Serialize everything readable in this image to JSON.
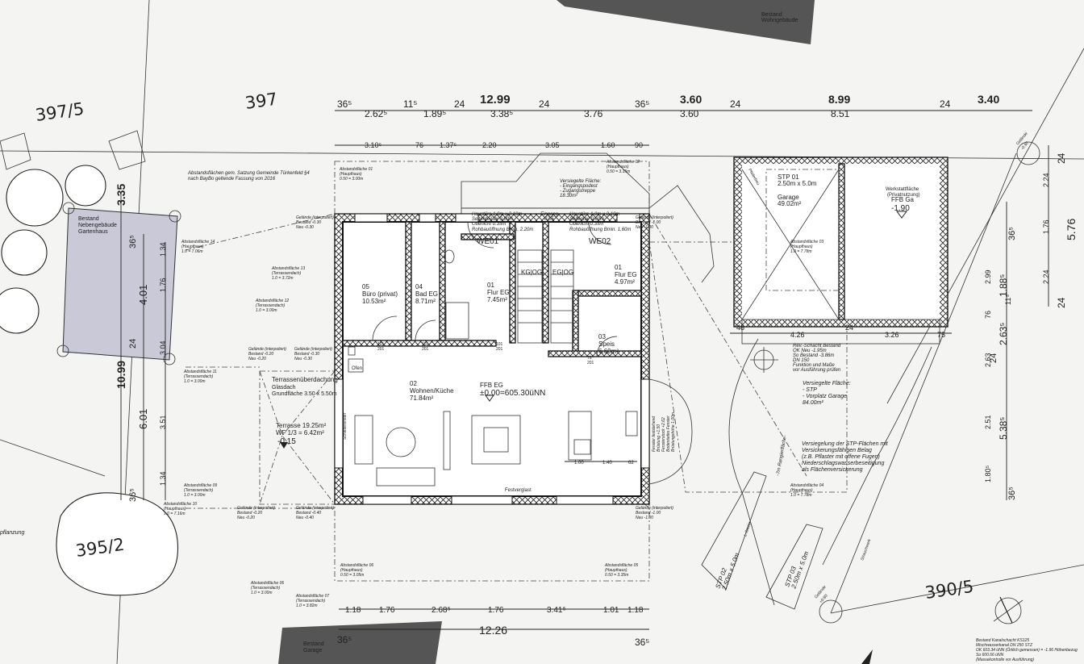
{
  "parcels": {
    "p397_5": "397/5",
    "p397": "397",
    "p395_2": "395/2",
    "p390_5": "390/5"
  },
  "top_dims": {
    "a": "36⁵",
    "b": "2.62⁵",
    "c": "11⁵",
    "d": "1.89⁵",
    "e": "24",
    "f": "12.99",
    "g": "3.38⁵",
    "h": "24",
    "i": "3.76",
    "j": "36⁵",
    "k": "3.60",
    "l": "3.60",
    "m": "24",
    "n": "8.99",
    "o": "8.51",
    "p": "24",
    "q": "3.40"
  },
  "second_dims": {
    "a": "3.10⁵",
    "b": "76",
    "c": "1.37⁵",
    "d": "2.20",
    "e": "3.05",
    "f": "1.60",
    "g": "90"
  },
  "bottom_dims": {
    "a": "1.18",
    "b": "1.76",
    "c": "2.68⁵",
    "d": "1.76",
    "e": "3.41⁵",
    "f": "1.01",
    "g": "1.18",
    "h": "12.26",
    "i": "36⁵",
    "j": "36⁵"
  },
  "left_dims": {
    "a": "3.35",
    "b": "36⁵",
    "c": "1.34",
    "d": "4.01",
    "e": "1.76",
    "f": "24",
    "g": "3.04",
    "h": "10.99",
    "i": "6.01",
    "j": "3.51",
    "k": "1.34",
    "l": "36⁵"
  },
  "right_dims": {
    "a": "24",
    "b": "2.24",
    "c": "5.76",
    "d": "1.76",
    "e": "2.24",
    "f": "24",
    "g": "36⁵",
    "h": "1.88⁵",
    "i": "2.99",
    "j": "11⁵",
    "k": "2.63⁵",
    "l": "76",
    "m": "24",
    "n": "2.63",
    "o": "2.51",
    "p": "5.38⁵",
    "q": "1.80⁵",
    "r": "36⁵"
  },
  "garage_dims": {
    "a": "48",
    "b": "4.26",
    "c": "24",
    "d": "3.26",
    "e": "75"
  },
  "rooms": {
    "buero": {
      "nr": "05",
      "name": "Büro (privat)",
      "area": "10.53m²"
    },
    "bad": {
      "nr": "04",
      "name": "Bad EG",
      "area": "8.71m²"
    },
    "flur1": {
      "nr": "01",
      "name": "Flur EG",
      "area": "7.45m²"
    },
    "flur2": {
      "nr": "01",
      "name": "Flur EG",
      "area": "4.97m²"
    },
    "speis": {
      "nr": "03",
      "name": "Speis",
      "area": "6.60m²"
    },
    "wohnen": {
      "nr": "02",
      "name": "Wohnen/Küche",
      "area": "71.84m²"
    },
    "we01": "WE01",
    "we02": "WE02",
    "kgog1": "KG|OG",
    "egog": "EG|OG"
  },
  "ffb_eg": {
    "label": "FFB EG",
    "value": "±0.00=605.30üNN"
  },
  "ofen": "Ofen",
  "festverglast": "Festverglast",
  "schiebefenster": "Schiebefenster",
  "terrasse": {
    "ueberdachung": [
      "Terrassenüberdachung",
      "Glasdach",
      "Grundfläche 3.50 x 5.50m"
    ],
    "area": "Terrasse 19.25m²",
    "wf": "WF 1/3 = 6.42m²",
    "height": "-0.15"
  },
  "garage": {
    "stp": "STP 01",
    "stp_size": "2.50m x 5.0m",
    "name": "Garage",
    "area": "49.02m²",
    "werkstatt": [
      "Werkstattfläche",
      "(Privatnutzung)"
    ],
    "ffb": "FFB Ga",
    "ffb_val": "-1.90",
    "pfeilerbau": "Pfeilerbau"
  },
  "bestand": {
    "nebengebaeude": [
      "Bestand",
      "Nebengebäude",
      "Gartenhaus"
    ],
    "wohngebaeude": [
      "Bestand",
      "Wohngebäude"
    ],
    "garage": [
      "Bestand",
      "Garage"
    ]
  },
  "notes": {
    "satzung": [
      "Abstandsflächen gem. Satzung Gemeinde Türkenfeld §4",
      "nach BayBo geltende Fassung von 2016"
    ],
    "versiegelt_eingang": [
      "Versiegelte Fläche:",
      "- Eingangspodest",
      "- Zugangstreppe",
      "18.30m²"
    ],
    "haustuer1": [
      "Haustüre 1.0m x 2.10m",
      "Seitenteil 2x 0.60m",
      "Oberlicht 0.35m",
      "Rohbauöffnung Bmin. 2.20m"
    ],
    "haustuer2": [
      "Haustüre 1.0m x 2.10m",
      "Seitenteil 0.60m",
      "Oberlicht 0.35m",
      "Rohbauöffnung Bmin. 1.60m"
    ],
    "eingang": [
      "Eingang",
      "-0.05"
    ],
    "revschacht": [
      "Rev.-Schacht Bestand",
      "OK Neu -1.95m",
      "So Bestand -3.86m",
      "DN 150",
      "Funktion und Maße",
      "vor Ausführung prüfen"
    ],
    "versiegelt_stp": [
      "Versiegelte Fläche:",
      "- STP",
      "- Vorplatz Garage",
      "84.00m²"
    ],
    "versiegelung": [
      "Versiegelung der STP-Flächen mit",
      "Versickerungsfähigen Belag",
      "(z.B. Pflaster mit offene Fugen)",
      "Niederschlagswasserbeseitigung",
      "als Flächenversickerung"
    ],
    "rangier": "-7m Rangierfläche-",
    "kanal": [
      "Bestand Kanalschacht KS125",
      "Mischwasserkanal DN 250 STZ",
      "OK 603.34 üNN (Örtlich gemessen) = -1.96 Höhenbezug",
      "So 600.66 üNN",
      "(Massekontrolle vor Ausführung)"
    ],
    "fenster": [
      "Fenster feststehend",
      "Brüstung +1.50",
      "Fensterstock +2.62",
      "Bodentiefes Fenster",
      "Brüstungshöhe 1.00m"
    ],
    "stp02": [
      "STP 02",
      "2.50m x 5.0m"
    ],
    "stp03": [
      "STP 03",
      "2.50m x 5.0m"
    ],
    "lstein": "L-Steine",
    "strauch": "Strauchwerk",
    "pflanzung": "pflanzung"
  },
  "abstand": {
    "a01": [
      "Abstandsfläche 01",
      "(Haupthaus)",
      "0.50 = 3.00m"
    ],
    "a02": [
      "Abstandsfläche 02",
      "(Haupthaus)",
      "0.50 = 3.35m"
    ],
    "a03": [
      "Abstandsfläche 03",
      "(Haupthaus)",
      "1.0 = 7.78m"
    ],
    "a04": [
      "Abstandsfläche 04",
      "(Haupthaus)",
      "1.0 = 7.78m"
    ],
    "a05": [
      "Abstandsfläche 05",
      "(Haupthaus)",
      "0.50 = 3.35m"
    ],
    "a06": [
      "Abstandsfläche 06",
      "(Haupthaus)",
      "0.50 = 3.05m"
    ],
    "a06b": [
      "Abstandsfläche 06",
      "(Terrassendach)",
      "1.0 = 3.00m"
    ],
    "a07": [
      "Abstandsfläche 07",
      "(Terrassendach)",
      "1.0 = 3.82m"
    ],
    "a09": [
      "Abstandsfläche 09",
      "(Terrassendach)",
      "1.0 = 3.00m"
    ],
    "a10": [
      "Abstandsfläche 10",
      "(Haupthaus)",
      "1.0 = 7.16m"
    ],
    "a11": [
      "Abstandsfläche 11",
      "(Terrassendach)",
      "1.0 = 3.00m"
    ],
    "a12": [
      "Abstandsfläche 12",
      "(Terrassendach)",
      "1.0 = 3.00m"
    ],
    "a13": [
      "Abstandsfläche 13",
      "(Terrassendach)",
      "1.0 = 3.72m"
    ],
    "a14": [
      "Abstandsfläche 14",
      "(Haupthaus)",
      "1.0 = 7.06m"
    ]
  },
  "gelaende": {
    "g1": [
      "Gelände (interpoliert)",
      "Bestand -0.30",
      "Neu -0.30"
    ],
    "g2": [
      "Gelände (interpoliert)",
      "Bestand -1.00",
      "Neu -1.00"
    ],
    "g3": [
      "Gelände (interpoliert)",
      "Bestand -0.20",
      "Neu -0.20"
    ],
    "g4": [
      "Gelände (interpoliert)",
      "Bestand -0.30",
      "Neu -0.30"
    ],
    "g5": [
      "Gelände (interpoliert)",
      "Bestand -0.20",
      "Neu -0.20"
    ],
    "g6": [
      "Gelände (interpoliert)",
      "Bestand -0.40",
      "Neu -0.40"
    ],
    "g7": [
      "Gelände (interpoliert)",
      "Bestand -1.00",
      "Neu -1.00"
    ],
    "gl1": [
      "Gelände",
      "-0.90"
    ],
    "gl2": [
      "Gelände",
      "+0.80"
    ]
  },
  "kitchen_dims": {
    "a": "1.00",
    "b": "1.40",
    "c": "62"
  },
  "door_labels": {
    "d1": "101",
    "d2": "201",
    "d3": "101",
    "d4": "201",
    "d5": "101",
    "d6": "201",
    "d7": "76",
    "d8": "201"
  }
}
